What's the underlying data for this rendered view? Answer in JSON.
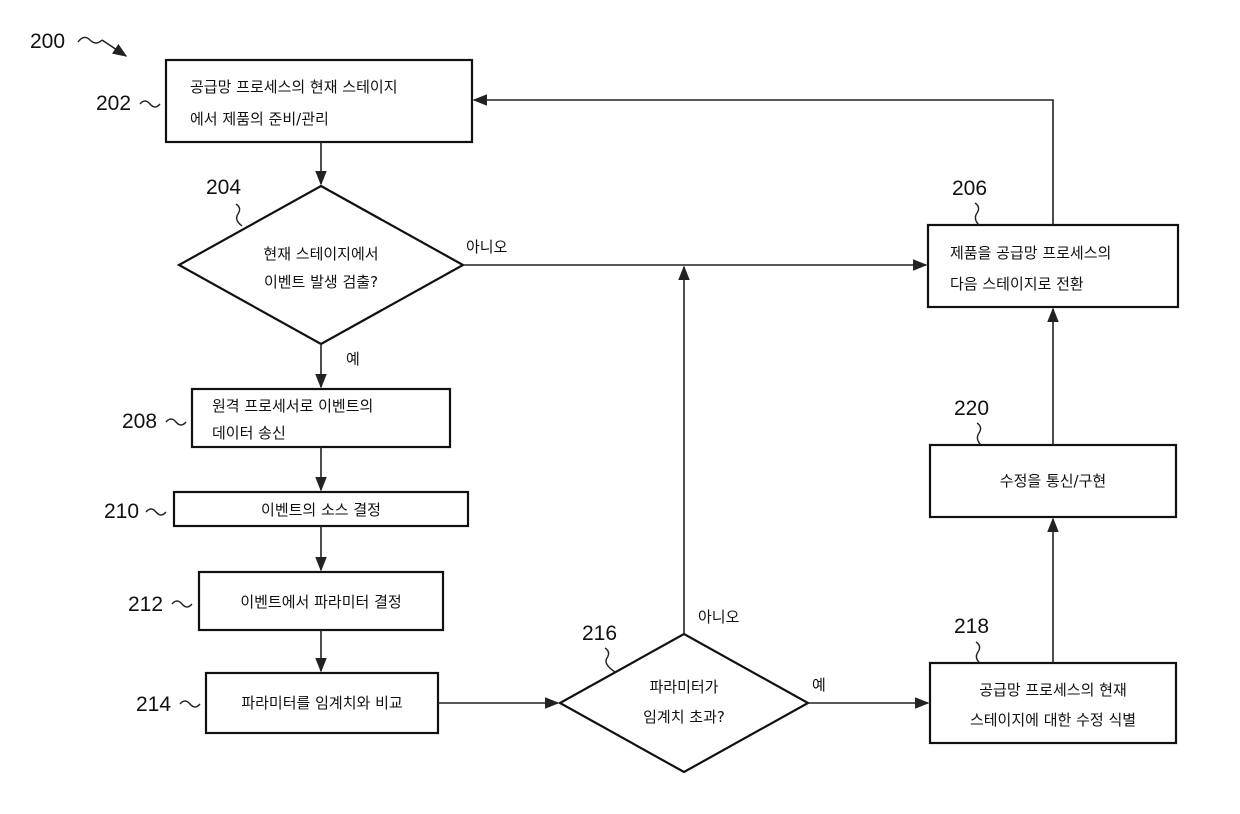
{
  "figure": {
    "ref": "200"
  },
  "nodes": {
    "n202": {
      "ref": "202",
      "lines": [
        "공급망 프로세스의 현재 스테이지",
        "에서 제품의 준비/관리"
      ]
    },
    "n204": {
      "ref": "204",
      "lines": [
        "현재 스테이지에서",
        "이벤트 발생 검출?"
      ]
    },
    "n206": {
      "ref": "206",
      "lines": [
        "제품을 공급망 프로세스의",
        "다음 스테이지로 전환"
      ]
    },
    "n208": {
      "ref": "208",
      "lines": [
        "원격 프로세서로 이벤트의",
        "데이터 송신"
      ]
    },
    "n210": {
      "ref": "210",
      "lines": [
        "이벤트의 소스 결정"
      ]
    },
    "n212": {
      "ref": "212",
      "lines": [
        "이벤트에서 파라미터 결정"
      ]
    },
    "n214": {
      "ref": "214",
      "lines": [
        "파라미터를 임계치와 비교"
      ]
    },
    "n216": {
      "ref": "216",
      "lines": [
        "파라미터가",
        "임계치 초과?"
      ]
    },
    "n218": {
      "ref": "218",
      "lines": [
        "공급망 프로세스의 현재",
        "스테이지에 대한 수정 식별"
      ]
    },
    "n220": {
      "ref": "220",
      "lines": [
        "수정을 통신/구현"
      ]
    }
  },
  "edge_labels": {
    "no_204": "아니오",
    "yes_204": "예",
    "no_216": "아니오",
    "yes_216": "예"
  }
}
